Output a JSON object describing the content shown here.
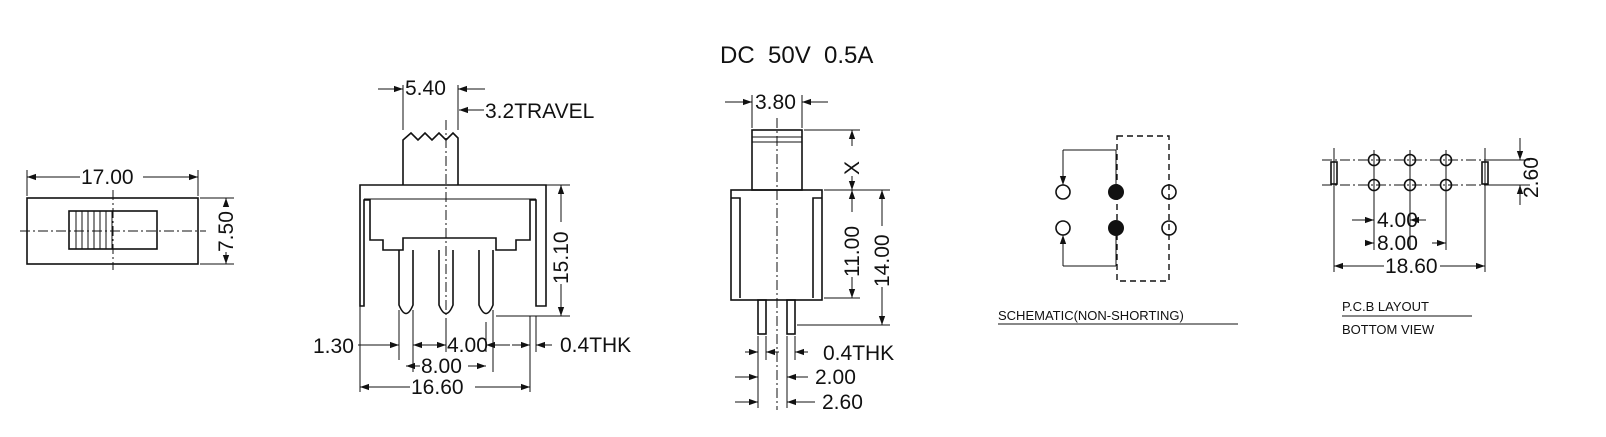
{
  "title": "DC  50V  0.5A",
  "top_view": {
    "width_label": "17.00",
    "height_label": "7.50"
  },
  "front_view": {
    "actuator_width_label": "5.40",
    "travel_label": "3.2TRAVEL",
    "height_label": "15.10",
    "pin_offset_label": "1.30",
    "pin_pitch_label": "4.00",
    "outer_pin_label": "8.00",
    "body_width_label": "16.60",
    "thickness_label": "0.4THK"
  },
  "side_view": {
    "actuator_width_label": "3.80",
    "x_label": "X",
    "body_height_label": "11.00",
    "overall_label": "14.00",
    "thickness_label": "0.4THK",
    "pin_a_label": "2.00",
    "pin_b_label": "2.60"
  },
  "schematic": {
    "caption": "SCHEMATIC(NON-SHORTING)"
  },
  "pcb": {
    "caption_line1": "P.C.B LAYOUT",
    "caption_line2": "BOTTOM VIEW",
    "height_label": "2.60",
    "pitch_label": "4.00",
    "outer_label": "8.00",
    "overall_label": "18.60"
  },
  "colors": {
    "line": "#111111",
    "background": "#ffffff"
  }
}
